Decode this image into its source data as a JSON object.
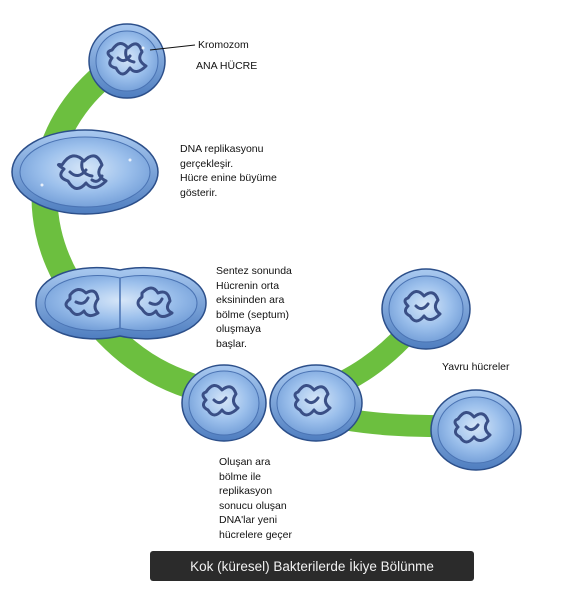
{
  "labels": {
    "chromosome": "Kromozom",
    "mother_cell": "ANA HÜCRE",
    "step1": "DNA replikasyonu\ngerçekleşir.\nHücre enine büyüme\ngösterir.",
    "step2": "Sentez sonunda\nHücrenin orta\neksininden ara\nbölme (septum)\noluşmaya\nbaşlar.",
    "daughter_cells": "Yavru hücreler",
    "step3": "Oluşan ara\nbölme ile\nreplikasyon\nsonucu oluşan\nDNA'lar yeni\nhücrelere geçer"
  },
  "caption": "Kok (küresel) Bakterilerde İkiye Bölünme",
  "colors": {
    "path_green": "#6cbf3f",
    "cell_fill": "#8fb9ea",
    "cell_outline": "#2c4f8a",
    "dna": "#3a4f86",
    "caption_bg": "#2b2b2b"
  }
}
